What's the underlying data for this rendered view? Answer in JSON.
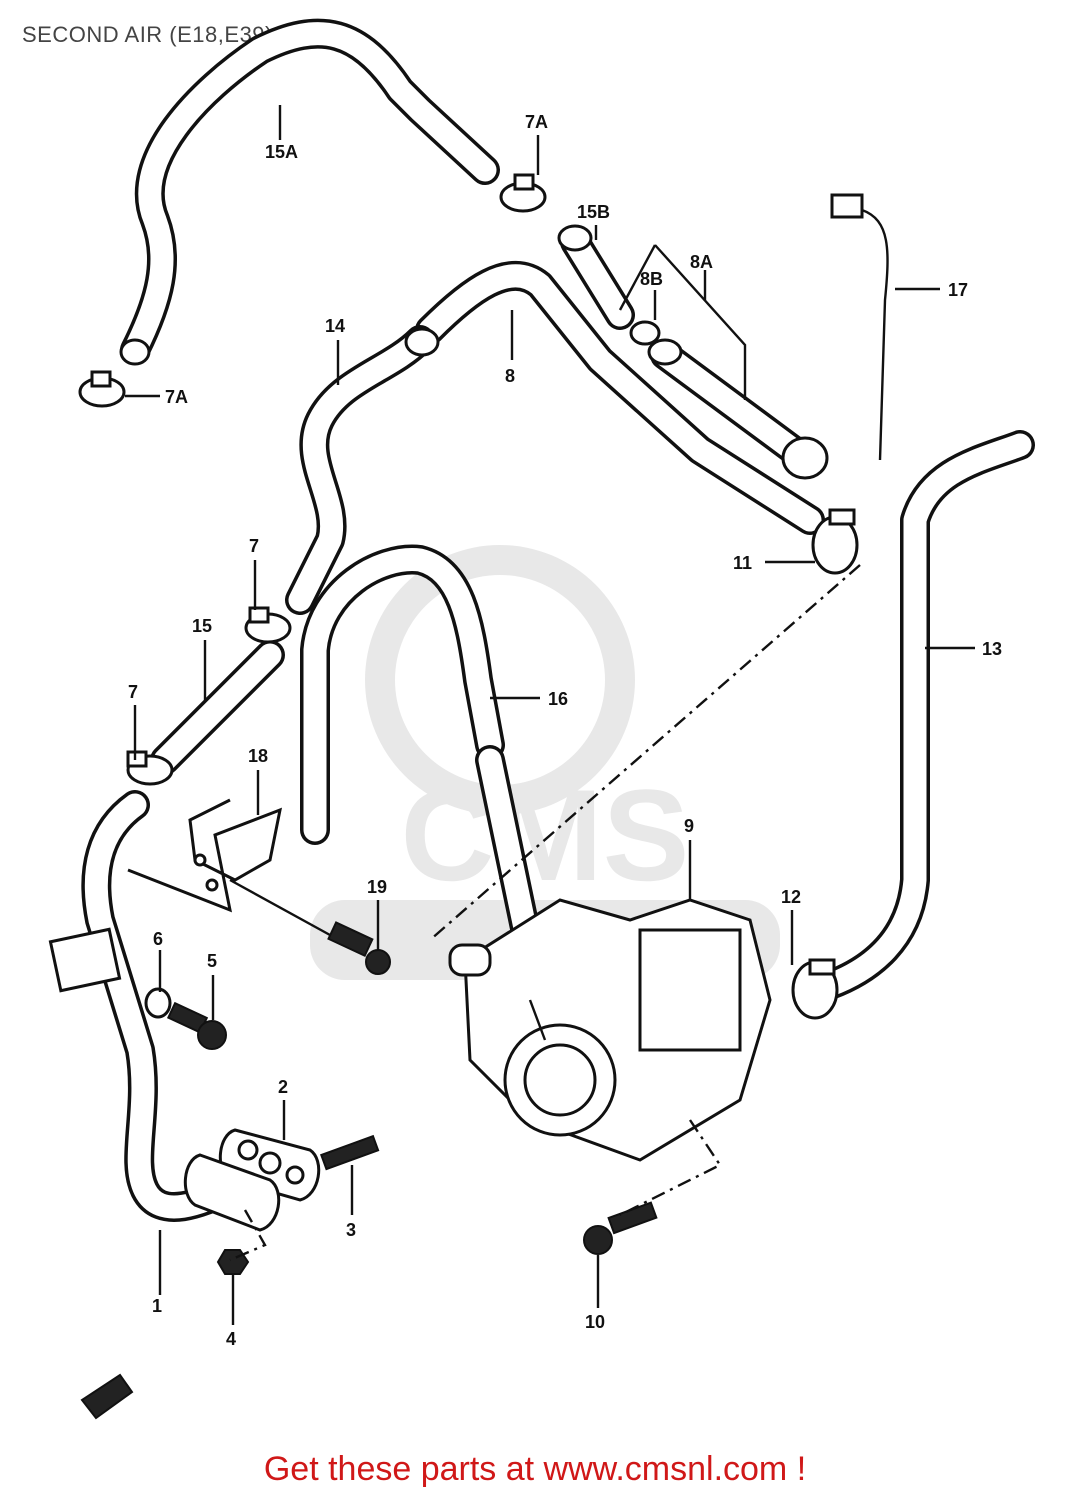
{
  "header": {
    "title": "SECOND AIR (E18,E39)"
  },
  "footer": {
    "text": "Get these parts at www.cmsnl.com !"
  },
  "colors": {
    "footer_text": "#d01818",
    "title_text": "#444444",
    "watermark": "#e8e8e8"
  },
  "watermark": {
    "text": "CMS"
  },
  "callouts": {
    "c15A": "15A",
    "c7A_top": "7A",
    "c15B": "15B",
    "c8A": "8A",
    "c8B": "8B",
    "c17": "17",
    "c7A_left": "7A",
    "c14": "14",
    "c8": "8",
    "c11": "11",
    "c7_upper": "7",
    "c15": "15",
    "c13": "13",
    "c16": "16",
    "c7_lower": "7",
    "c18": "18",
    "c9": "9",
    "c19": "19",
    "c12": "12",
    "c6": "6",
    "c5": "5",
    "c2": "2",
    "c3": "3",
    "c1": "1",
    "c4": "4",
    "c10": "10"
  }
}
